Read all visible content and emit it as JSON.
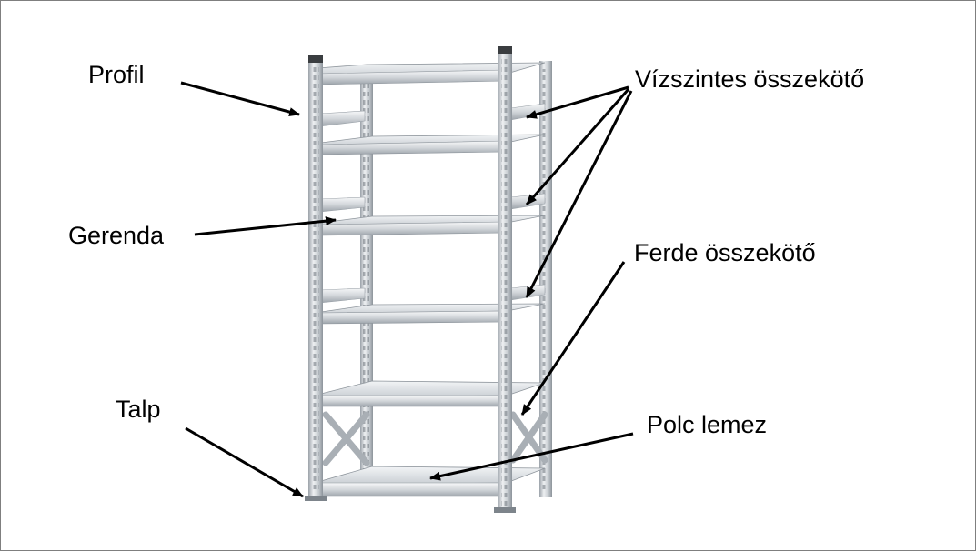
{
  "labels": {
    "profil": "Profil",
    "vizszintes_osszekoto": "Vízszintes összekötő",
    "gerenda": "Gerenda",
    "ferde_osszekoto": "Ferde összekötő",
    "talp": "Talp",
    "polc_lemez": "Polc lemez"
  },
  "colors": {
    "metal_light": "#e4e7ea",
    "metal_mid": "#c4c9ce",
    "metal_dark": "#8e959c",
    "arrow": "#000000",
    "border": "#7f7f7f"
  }
}
